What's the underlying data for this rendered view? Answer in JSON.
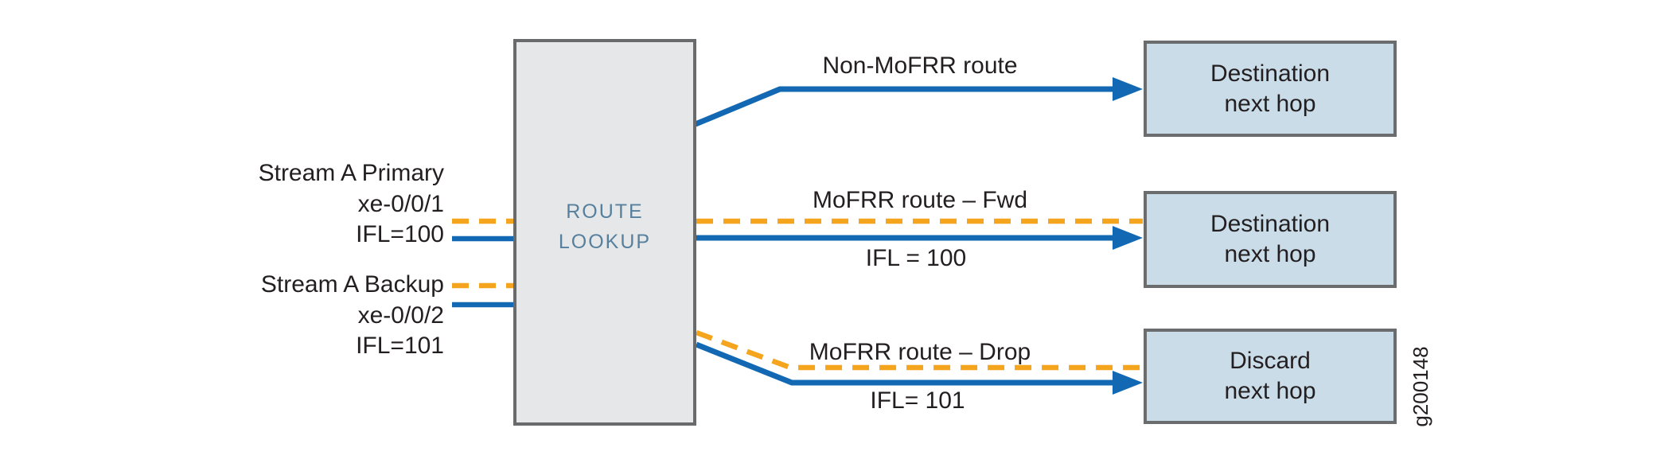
{
  "figure_id": "g200148",
  "colors": {
    "path_blue": "#1268b2",
    "path_orange": "#f4a41d",
    "lookup_box_fill": "#e6e7e8",
    "nexthop_box_fill": "#cbdce9",
    "box_border": "#6a6c6e",
    "lookup_text": "#56809e",
    "label_text": "#231f20"
  },
  "lookup_box": {
    "line1": "ROUTE",
    "line2": "LOOKUP"
  },
  "inputs": {
    "primary": {
      "name": "Stream A Primary",
      "interface": "xe-0/0/1",
      "ifl": "IFL=100"
    },
    "backup": {
      "name": "Stream A Backup",
      "interface": "xe-0/0/2",
      "ifl": "IFL=101"
    }
  },
  "outputs": {
    "non_mofrr": {
      "label": "Non-MoFRR route",
      "box_line1": "Destination",
      "box_line2": "next hop"
    },
    "mofrr_fwd": {
      "label": "MoFRR route – Fwd",
      "ifl": "IFL = 100",
      "box_line1": "Destination",
      "box_line2": "next hop"
    },
    "mofrr_drop": {
      "label": "MoFRR route – Drop",
      "ifl": "IFL= 101",
      "box_line1": "Discard",
      "box_line2": "next hop"
    }
  }
}
